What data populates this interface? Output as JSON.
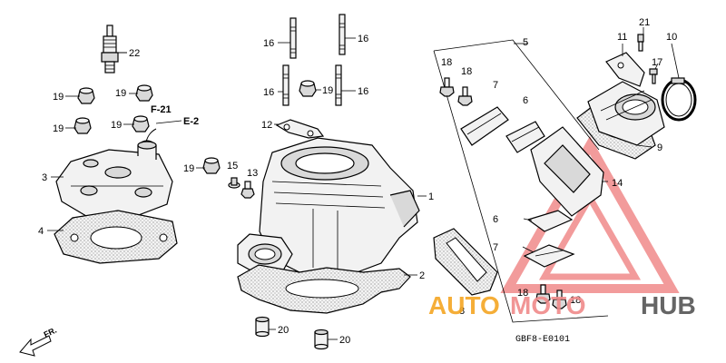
{
  "diagram": {
    "drawing_code": "GBF8-E0101",
    "front_marker": "FR.",
    "references": {
      "frame": "F-21",
      "electrical": "E-2"
    },
    "callouts": {
      "c1": "1",
      "c2": "2",
      "c3": "3",
      "c4": "4",
      "c5": "5",
      "c6a": "6",
      "c6b": "6",
      "c7a": "7",
      "c7b": "7",
      "c8": "8",
      "c9": "9",
      "c10": "10",
      "c11": "11",
      "c12": "12",
      "c13": "13",
      "c14": "14",
      "c15": "15",
      "c16a": "16",
      "c16b": "16",
      "c16c": "16",
      "c16d": "16",
      "c17": "17",
      "c18a": "18",
      "c18b": "18",
      "c18c": "18",
      "c18d": "18",
      "c19a": "19",
      "c19b": "19",
      "c19c": "19",
      "c19d": "19",
      "c19e": "19",
      "c19f": "19",
      "c20a": "20",
      "c20b": "20",
      "c21": "21",
      "c22": "22"
    }
  },
  "watermark": {
    "word_left": "AUTO",
    "word_mid": "MOTO",
    "word_right": "HUB",
    "colors": {
      "accent": "#f08a8a",
      "orange": "#f5a623",
      "gray": "#555555"
    }
  }
}
